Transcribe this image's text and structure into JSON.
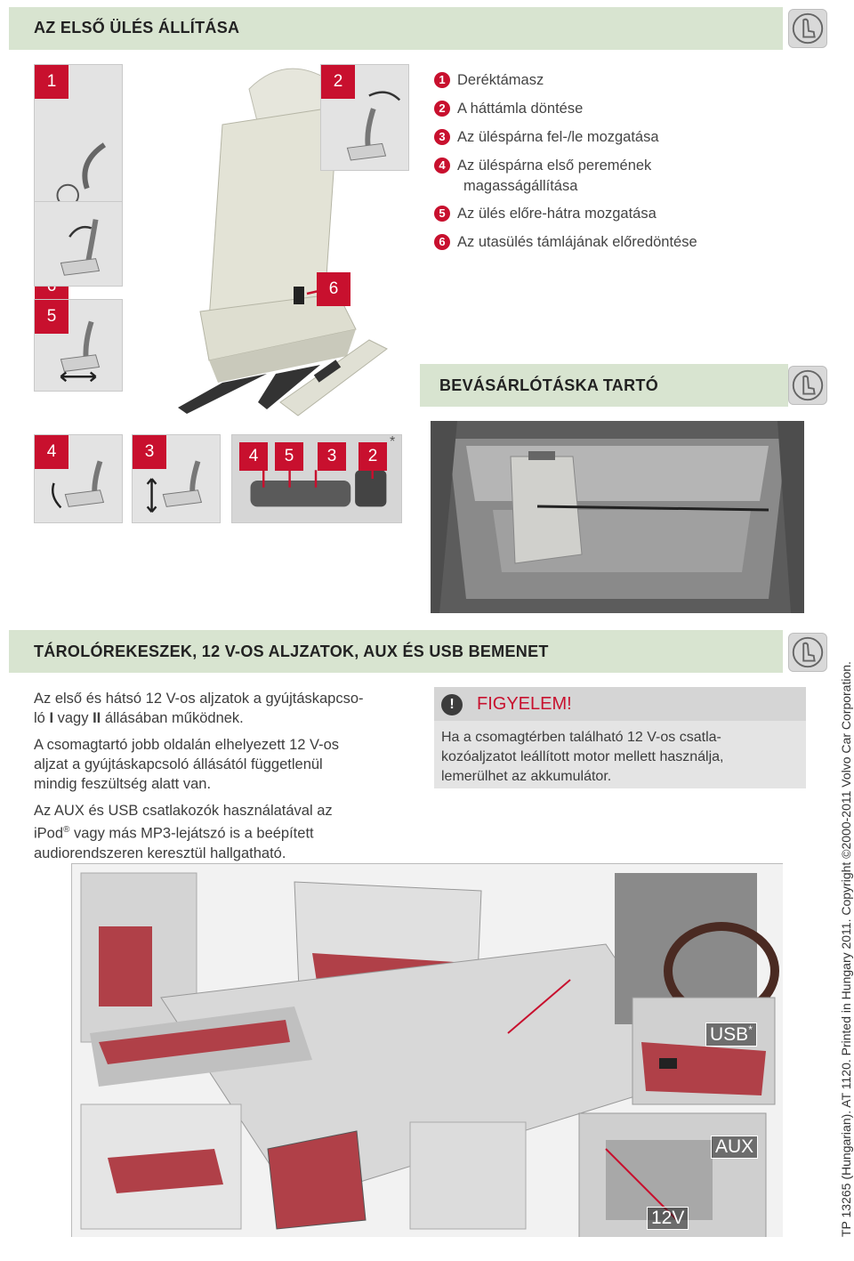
{
  "section1": {
    "title": "AZ ELSŐ ÜLÉS ÁLLÍTÁSA",
    "icon": "seat-icon",
    "callouts": {
      "c1": "1",
      "c2": "2",
      "c6a": "6",
      "c6b": "6",
      "c5": "5",
      "c4a": "4",
      "c3a": "3",
      "b4": "4",
      "b5": "5",
      "b3": "3",
      "b2": "2",
      "star": "*"
    },
    "legend": [
      {
        "num": "1",
        "text": "Deréktámasz"
      },
      {
        "num": "2",
        "text": "A háttámla döntése"
      },
      {
        "num": "3",
        "text": "Az üléspárna fel-/le mozgatása"
      },
      {
        "num": "4",
        "text": "Az üléspárna első peremének"
      },
      {
        "num": "",
        "text": "magasságállítása"
      },
      {
        "num": "5",
        "text": "Az ülés előre-hátra mozgatása"
      },
      {
        "num": "6",
        "text": "Az utasülés támlájának előredöntése"
      }
    ]
  },
  "section2": {
    "title": "BEVÁSÁRLÓTÁSKA TARTÓ",
    "icon": "seat-icon"
  },
  "section3": {
    "title": "TÁROLÓREKESZEK, 12 V-OS ALJZATOK, AUX ÉS USB BEMENET",
    "icon": "seat-icon",
    "para1_a": "Az első és hátsó 12 V-os aljzatok a gyújtáskapcso-",
    "para1_b_pre": "ló ",
    "para1_b_I": "I",
    "para1_b_mid": " vagy ",
    "para1_b_II": "II",
    "para1_b_post": " állásában működnek.",
    "para2": [
      "A csomagtartó jobb oldalán elhelyezett 12 V-os",
      "aljzat a gyújtáskapcsoló állásától függetlenül",
      "mindig feszültség alatt van."
    ],
    "para3_a": "Az AUX és USB csatlakozók használatával az",
    "para3_b_pre": "iPod",
    "para3_b_reg": "®",
    "para3_b_post": " vagy más MP3-lejátszó is a beépített",
    "para3_c": "audiorendszeren keresztül hallgatható.",
    "warning": {
      "icon_glyph": "!",
      "title": "FIGYELEM!",
      "lines": [
        "Ha a csomagtérben található 12 V-os csatla-",
        "kozóaljzatot leállított motor mellett használja,",
        "lemerülhet az akkumulátor."
      ]
    },
    "tags": {
      "usb": "USB",
      "usb_star": "*",
      "aux": "AUX",
      "v12": "12V"
    }
  },
  "footer": {
    "vertical": "TP 13265 (Hungarian). AT 1120. Printed in Hungary 2011. Copyright ©2000-2011 Volvo Car Corporation."
  },
  "colors": {
    "accent": "#c8102e",
    "band": "#d8e4d0"
  }
}
